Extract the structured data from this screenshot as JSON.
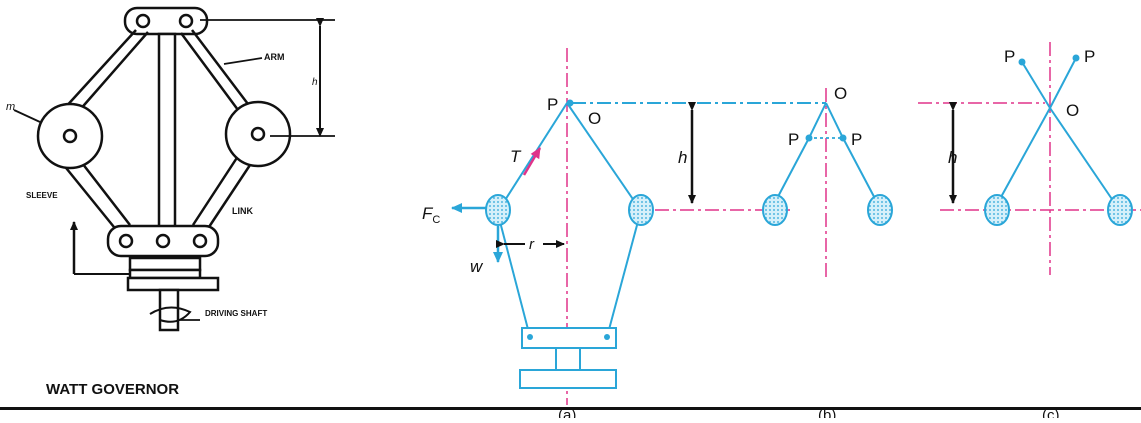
{
  "colors": {
    "black": "#111111",
    "cyan": "#2aa6d8",
    "magenta": "#e0338a",
    "ball_fill": "#bfe6f5"
  },
  "left_diagram": {
    "title": "WATT GOVERNOR",
    "labels": {
      "arm": "ARM",
      "h": "h",
      "m": "m",
      "sleeve": "SLEEVE",
      "link": "LINK",
      "driving_shaft": "DRIVING SHAFT"
    }
  },
  "fig_a": {
    "P": "P",
    "O": "O",
    "T": "T",
    "Fc_main": "F",
    "Fc_sub": "C",
    "w": "w",
    "r": "r",
    "h": "h",
    "caption": "(a)"
  },
  "fig_b": {
    "O": "O",
    "P_left": "P",
    "P_right": "P",
    "caption": "(b)"
  },
  "fig_c": {
    "P_left": "P",
    "P_right": "P",
    "O": "O",
    "h": "h",
    "caption": "(c)"
  }
}
